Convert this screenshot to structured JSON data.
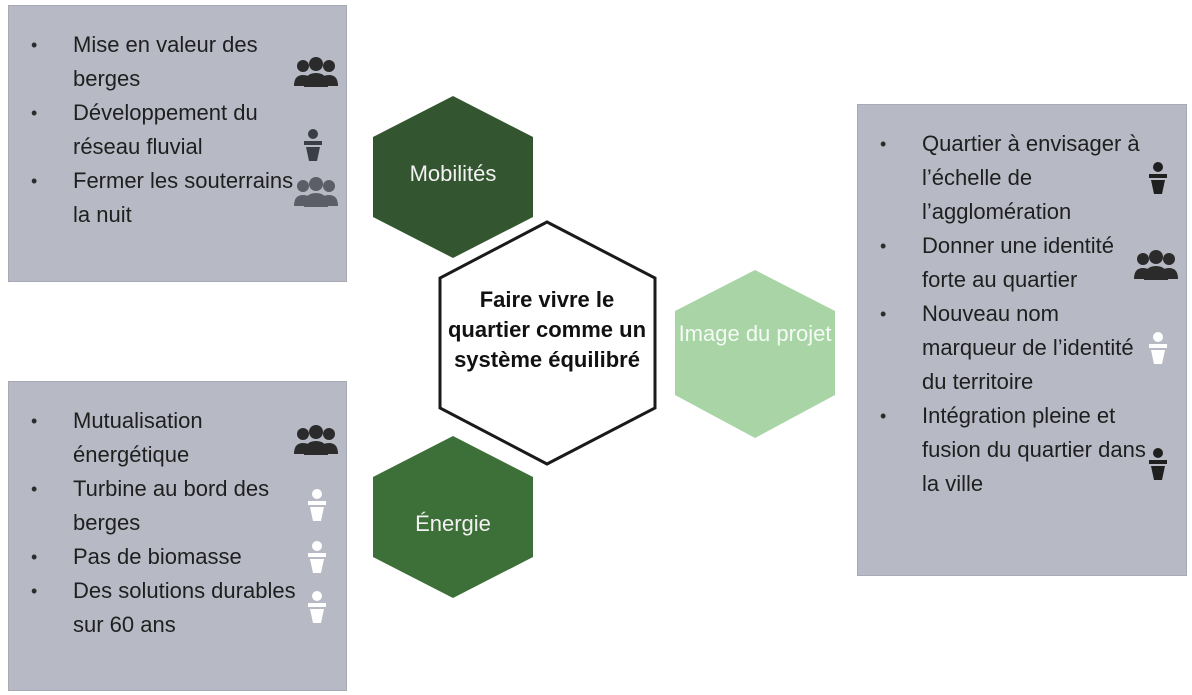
{
  "diagram": {
    "center": "Faire vivre le quartier comme un système équilibré",
    "hexagons": {
      "mobilites": "Mobilités",
      "energie": "Énergie",
      "image": "Image du projet"
    },
    "colors": {
      "mobilites": "#33552f",
      "energie": "#3d6f38",
      "image": "#a8d4a6",
      "panel": "#b7bac4"
    },
    "panels": {
      "top_left": [
        {
          "text": "Mise en valeur des berges",
          "icon": "group-icon"
        },
        {
          "text": "Développement  du réseau fluvial",
          "icon": "speaker-podium-dark-icon"
        },
        {
          "text": "Fermer les souterrains la nuit",
          "icon": "group-grey-icon"
        }
      ],
      "bottom_left": [
        {
          "text": "Mutualisation énergétique",
          "icon": "group-icon"
        },
        {
          "text": "Turbine au bord des berges",
          "icon": "speaker-podium-white-icon"
        },
        {
          "text": "Pas de biomasse",
          "icon": "speaker-podium-white-icon"
        },
        {
          "text": "Des solutions durables sur 60 ans",
          "icon": "speaker-podium-white-icon"
        }
      ],
      "right": [
        {
          "text": "Quartier à envisager à l’échelle de l’agglomération",
          "icon": "speaker-podium-dark-icon"
        },
        {
          "text": "Donner une identité forte au quartier",
          "icon": "group-icon"
        },
        {
          "text": "Nouveau nom marqueur de l’identité du territoire",
          "icon": "speaker-podium-white-icon"
        },
        {
          "text": "Intégration pleine et fusion du quartier dans la ville",
          "icon": "speaker-podium-dark-icon"
        }
      ]
    },
    "bullet": "•"
  }
}
